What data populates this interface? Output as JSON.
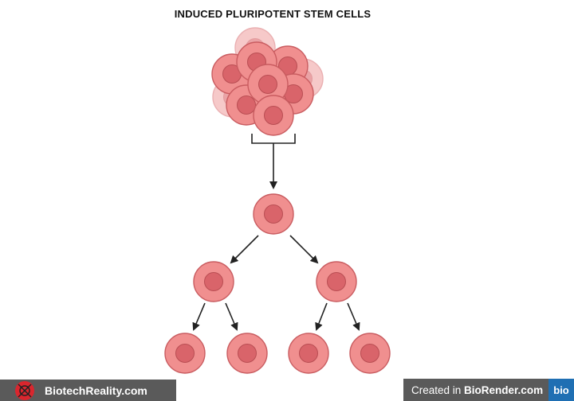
{
  "title": "INDUCED PLURIPOTENT STEM CELLS",
  "colors": {
    "cell_fill": "#f08f8f",
    "cell_stroke": "#c95c60",
    "nucleus_fill": "#d9646a",
    "nucleus_stroke": "#b94e53",
    "faded_cell_fill": "#f6c9c9",
    "faded_nucleus_fill": "#eaa2a5",
    "arrow": "#222222",
    "badge_bg": "#5a5a5a",
    "biorender_blue": "#1f6fb3"
  },
  "footer": {
    "left_label": "BiotechReality.com",
    "right_prefix": "Created in ",
    "right_brand": "BioRender.com",
    "right_mark": "bio"
  }
}
